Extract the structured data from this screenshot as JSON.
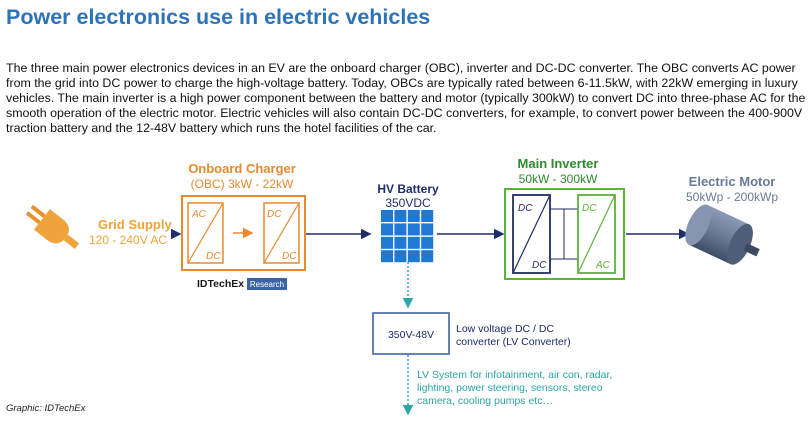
{
  "title": "Power electronics use in electric vehicles",
  "intro": "The three main power electronics devices in an EV are the onboard charger (OBC), inverter and DC-DC converter. The OBC converts AC power from the grid into DC power to charge the high-voltage battery. Today, OBCs are typically rated between 6-11.5kW, with 22kW emerging in luxury vehicles. The main inverter is a high power component between the battery and motor (typically 300kW) to convert DC into three-phase AC for the smooth operation of the electric motor. Electric vehicles will also contain DC-DC converters, for example, to convert power between the 400-900V traction battery and the 12-48V battery which runs the hotel facilities of the car.",
  "grid": {
    "name": "Grid Supply",
    "rating": "120 - 240V AC"
  },
  "obc": {
    "name": "Onboard Charger",
    "rating": "(OBC) 3kW - 22kW",
    "in_top": "AC",
    "in_bottom": "DC",
    "out_top": "DC",
    "out_bottom": "DC"
  },
  "logo": {
    "brand": "IDTechEx",
    "badge": "Research"
  },
  "battery": {
    "name": "HV Battery",
    "rating": "350VDC"
  },
  "inverter": {
    "name": "Main Inverter",
    "rating": "50kW - 300kW",
    "left_top": "DC",
    "left_bottom": "DC",
    "right_top": "DC",
    "right_bottom": "AC"
  },
  "motor": {
    "name": "Electric Motor",
    "rating": "50kWp - 200kWp"
  },
  "lv_converter": {
    "box_label": "350V-48V",
    "desc_line1": "Low voltage DC / DC",
    "desc_line2": "converter (LV Converter)"
  },
  "lv_system": {
    "line1": "LV System for infotainment, air con, radar,",
    "line2": "lighting, power steering, sensors, stereo",
    "line3": "camera, cooling pumps etc…"
  },
  "credit": "Graphic: IDTechEx",
  "colors": {
    "title_blue": "#2d73b8",
    "orange": "#e8892e",
    "navy": "#1f2d6b",
    "green": "#5cb23a",
    "dark_green": "#2e8b2e",
    "steel": "#6a7a96",
    "teal": "#2aa6a6",
    "battery_blue": "#1f78d1"
  },
  "icons": [
    "plug-icon",
    "battery-grid-icon",
    "motor-cylinder-icon"
  ]
}
